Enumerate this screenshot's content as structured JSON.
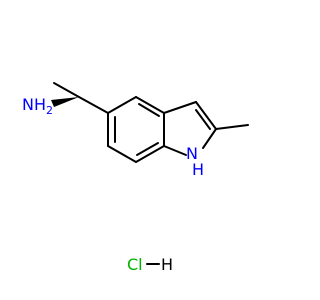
{
  "structure": {
    "atoms": {
      "amine": "NH",
      "amine_subscript": "2",
      "indole_n": "N",
      "indole_h": "H",
      "chlorine": "Cl",
      "hydrogen": "H"
    },
    "colors": {
      "bond": "#000000",
      "nitrogen": "#0000ff",
      "chlorine": "#00b300"
    }
  }
}
